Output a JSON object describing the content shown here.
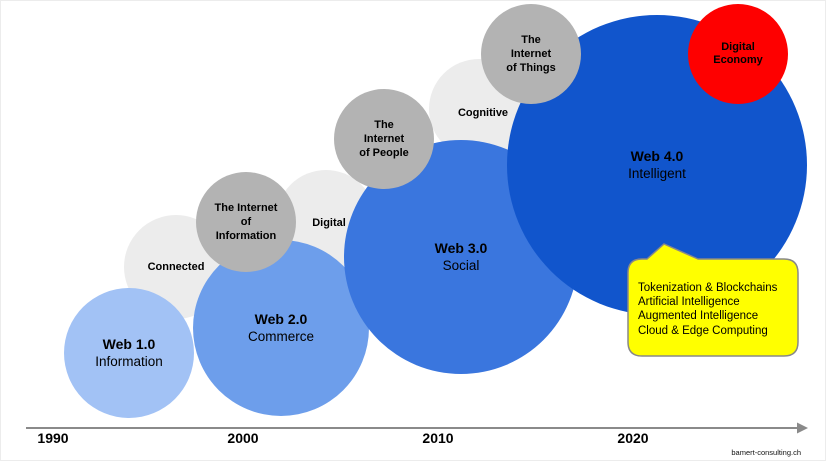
{
  "page": {
    "footer": "bamert-consulting.ch"
  },
  "timeline": {
    "years": [
      "1990",
      "2000",
      "2010",
      "2020"
    ],
    "axis_color": "#8a8a8a"
  },
  "bubbles": {
    "web1": {
      "title": "Web 1.0",
      "subtitle": "Information",
      "color": "#a2c2f5"
    },
    "web2": {
      "title": "Web 2.0",
      "subtitle": "Commerce",
      "color": "#6d9eeb"
    },
    "web3": {
      "title": "Web 3.0",
      "subtitle": "Social",
      "color": "#3a76de"
    },
    "web4": {
      "title": "Web 4.0",
      "subtitle": "Intelligent",
      "color": "#1155cc"
    }
  },
  "phase_bubbles": {
    "connected": {
      "label": "Connected",
      "color": "#ececec"
    },
    "digital": {
      "label": "Digital",
      "color": "#ececec"
    },
    "cognitive": {
      "label": "Cognitive",
      "color": "#ececec"
    }
  },
  "internet_bubbles": {
    "information": {
      "lines": [
        "The Internet",
        "of",
        "Information"
      ],
      "color": "#b3b3b3"
    },
    "people": {
      "lines": [
        "The",
        "Internet",
        "of People"
      ],
      "color": "#b3b3b3"
    },
    "things": {
      "lines": [
        "The",
        "Internet",
        "of Things"
      ],
      "color": "#b3b3b3"
    }
  },
  "economy_bubble": {
    "lines": [
      "Digital",
      "Economy"
    ],
    "color": "#fe0000"
  },
  "callout": {
    "lines": [
      "Tokenization & Blockchains",
      "Artificial Intelligence",
      "Augmented Intelligence",
      "Cloud & Edge Computing"
    ],
    "fill": "#ffff00",
    "border": "#888888"
  }
}
